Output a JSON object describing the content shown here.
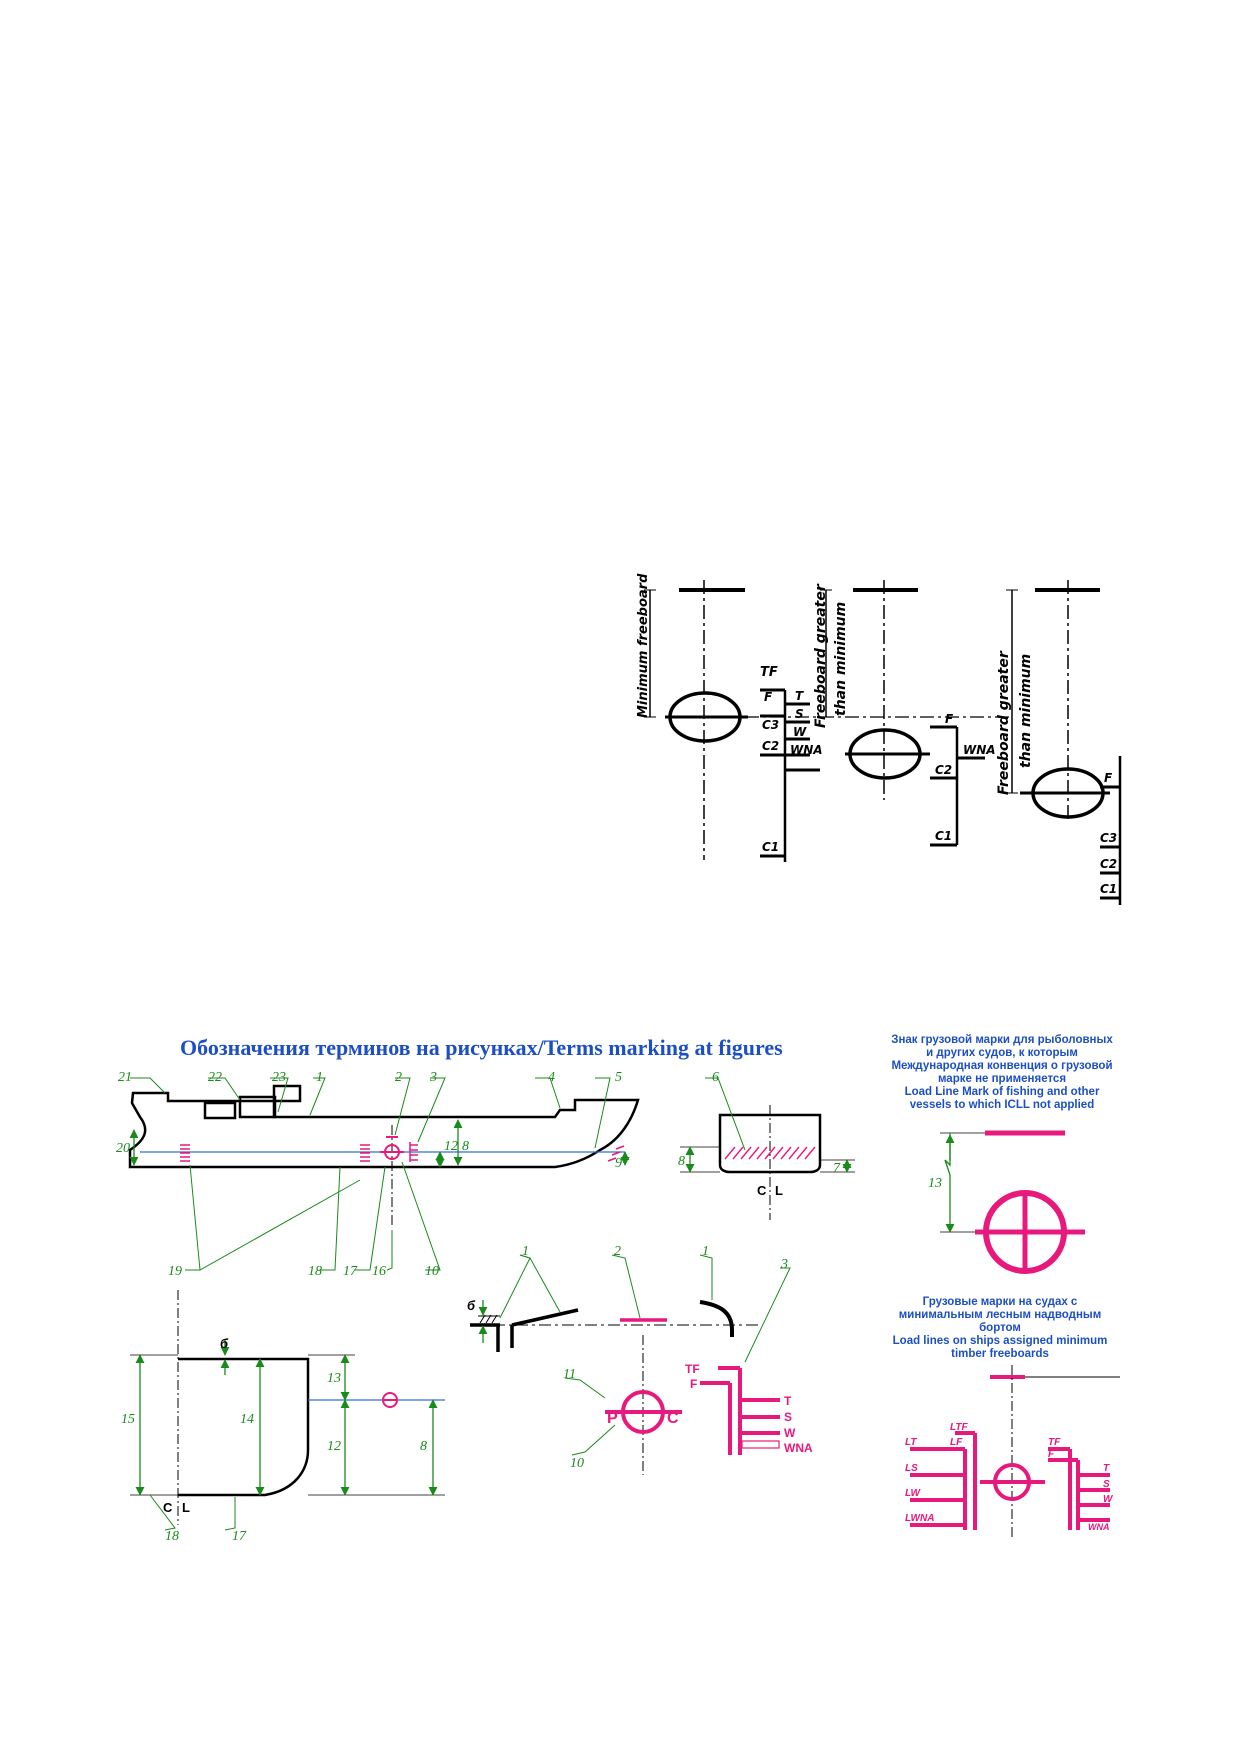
{
  "top_diagram": {
    "labels": {
      "minimum_freeboard": "Minimum freeboard",
      "freeboard_greater_1": "Freeboard greater",
      "than_minimum_1": "than minimum",
      "freeboard_greater_2": "Freeboard greater",
      "than_minimum_2": "than minimum",
      "tf": "TF",
      "f": "F",
      "t": "T",
      "s": "S",
      "w": "W",
      "wna": "WNA",
      "c3": "C3",
      "c2": "C2",
      "c1": "C1",
      "f_b": "F",
      "wna_b": "WNA",
      "c2_b": "C2",
      "c1_b": "C1",
      "f_c": "F",
      "c3_c": "C3",
      "c2_c": "C2",
      "c1_c": "C1"
    }
  },
  "legend": {
    "title": "Обозначения терминов на рисунках/Terms marking at figures",
    "fishing_note": [
      "Знак грузовой марки для рыболовных",
      "и других судов, к которым",
      "Международная конвенция о грузовой",
      "марке не применяется",
      "Load Line Mark of fishing and other",
      "vessels to which ICLL not applied"
    ],
    "timber_note": [
      "Грузовые марки на судах с",
      "минимальным лесным надводным",
      "бортом",
      "Load lines on ships assigned   minimum",
      "timber freeboards"
    ]
  },
  "ship_numbers": {
    "n21": "21",
    "n22": "22",
    "n23": "23",
    "n1": "1",
    "n2": "2",
    "n3": "3",
    "n4": "4",
    "n5": "5",
    "n20": "20",
    "n12": "12",
    "n8": "8",
    "n9": "9",
    "n19": "19",
    "n18": "18",
    "n17": "17",
    "n16": "16",
    "n10": "10"
  },
  "section_numbers": {
    "n6": "6",
    "n8": "8",
    "n7": "7",
    "cl": "C",
    "l": "L"
  },
  "hull_section": {
    "b": "б",
    "n13": "13",
    "n14": "14",
    "n15": "15",
    "n12": "12",
    "n8": "8",
    "n18": "18",
    "n17": "17",
    "c": "C",
    "l": "L"
  },
  "deck_line": {
    "b": "б",
    "n1a": "1",
    "n2": "2",
    "n1b": "1",
    "n3": "3",
    "n11": "11",
    "n10": "10",
    "p": "P",
    "c": "C",
    "tf": "TF",
    "f": "F",
    "t": "T",
    "s": "S",
    "w": "W",
    "wna": "WNA"
  },
  "fishing_mark": {
    "n13": "13"
  },
  "timber_marks": {
    "ltf": "LTF",
    "lt": "LT",
    "lf": "LF",
    "ls": "LS",
    "lw": "LW",
    "lwna": "LWNA",
    "tf": "TF",
    "f": "F",
    "t": "T",
    "s": "S",
    "w": "W",
    "wna": "WNA"
  },
  "colors": {
    "pink": "#e8197c",
    "green": "#1a8a1a",
    "blue": "#1d4fc4",
    "line_blue": "#2f6fd6"
  }
}
